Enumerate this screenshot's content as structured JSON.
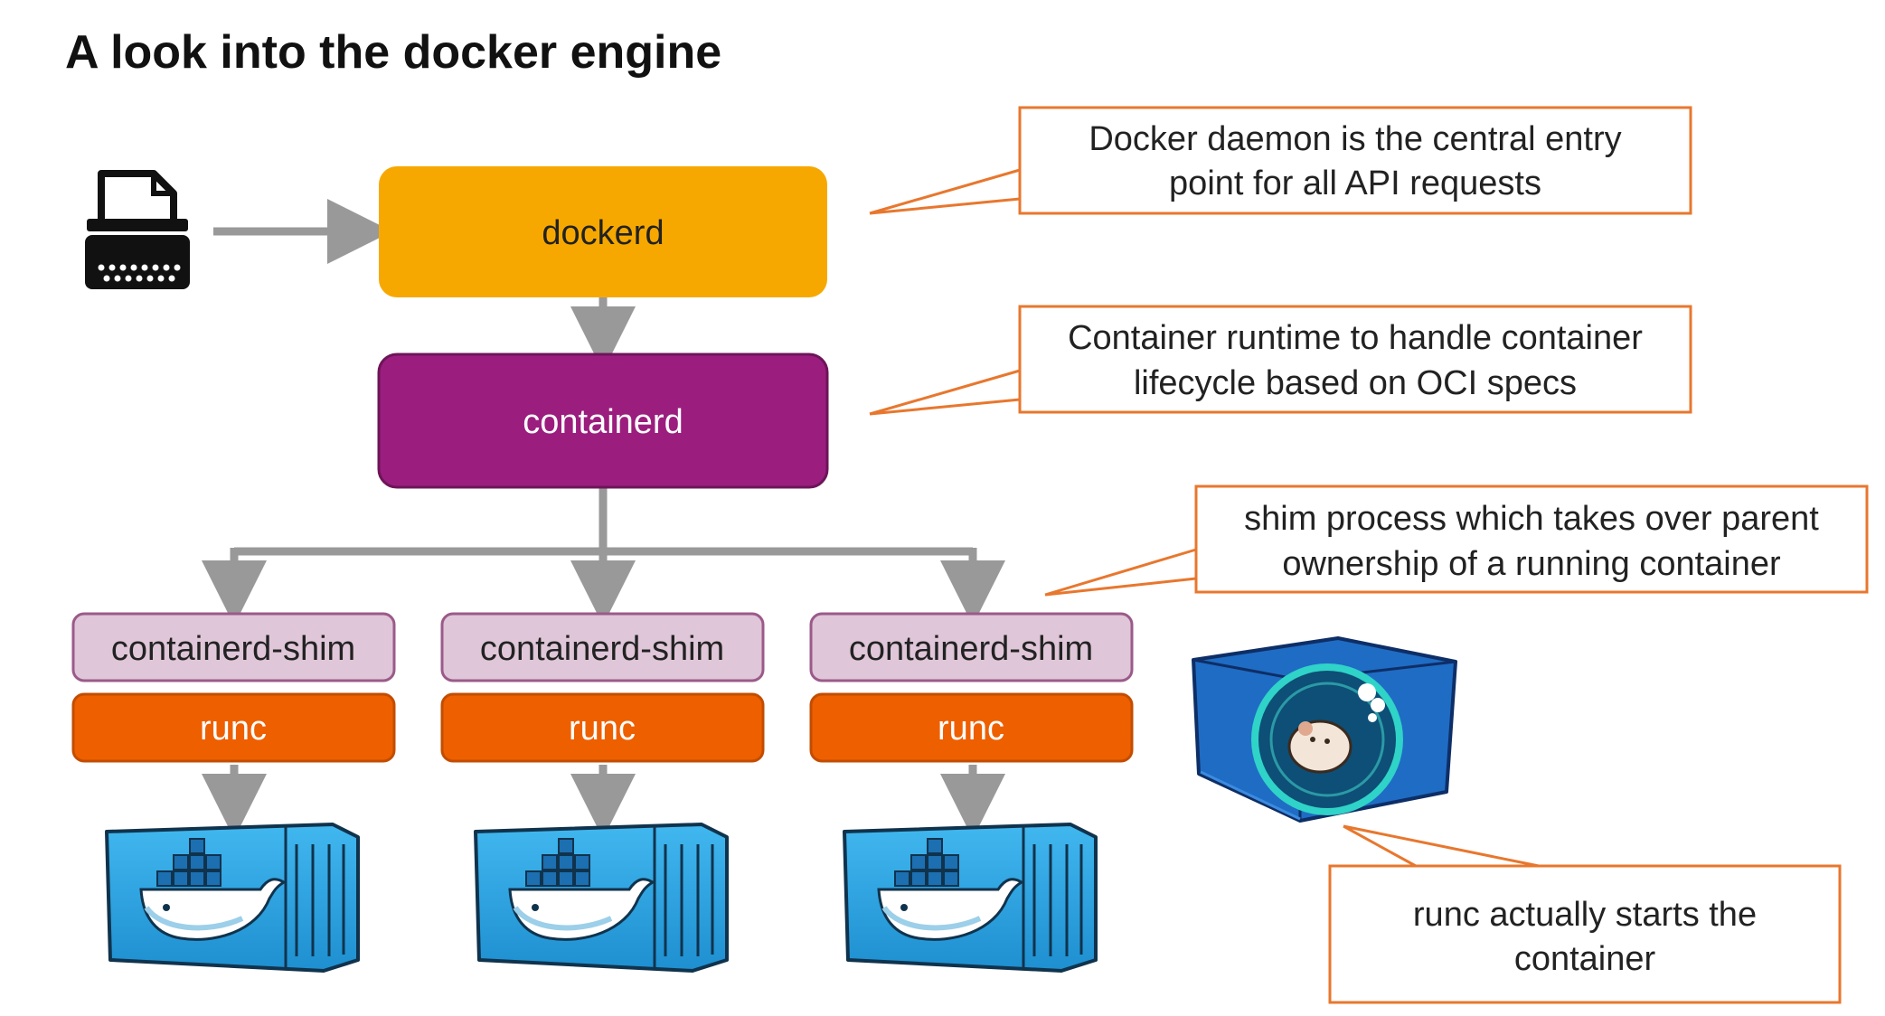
{
  "title": "A look into the docker engine",
  "nodes": {
    "dockerd": "dockerd",
    "containerd": "containerd",
    "shim": "containerd-shim",
    "runc": "runc"
  },
  "callouts": {
    "daemon": [
      "Docker daemon is the central entry",
      "point for all API requests"
    ],
    "runtime": [
      "Container runtime to handle container",
      "lifecycle based on OCI specs"
    ],
    "shim": [
      "shim process which takes over parent",
      "ownership of a running container"
    ],
    "runc": [
      "runc actually starts the",
      "container"
    ]
  },
  "colors": {
    "dockerd": "#f7a800",
    "containerd": "#9b1e7e",
    "shim": "#dfc6d8",
    "runc": "#ee5f00",
    "arrow": "#999999",
    "callout_border": "#e8772e",
    "container_blue": "#2aa7e6"
  },
  "icons": {
    "client": "typewriter-icon",
    "container": "docker-container-icon",
    "sandbox": "hamster-wheel-box-icon"
  }
}
